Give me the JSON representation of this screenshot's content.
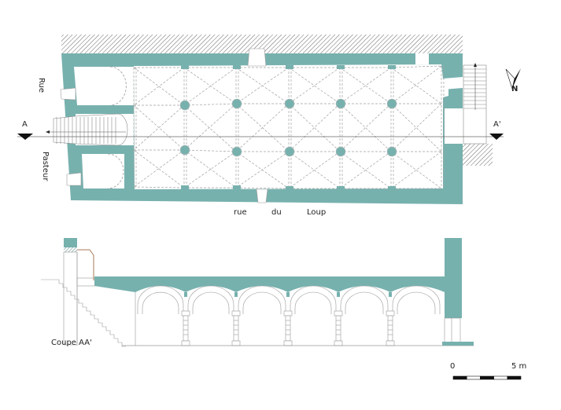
{
  "colors": {
    "wall": "#77b1ae",
    "hatch": "#555555",
    "line": "#9a9a9a",
    "dash": "#9a9a9a",
    "railing": "#a87a5a",
    "text": "#222222"
  },
  "plan": {
    "street_left": [
      "Rue",
      "Pasteur"
    ],
    "street_bottom": [
      "rue",
      "du",
      "Loup"
    ],
    "section_marker_left": "A",
    "section_marker_right": "A'",
    "north_label": "N"
  },
  "section": {
    "title": "Coupe AA'",
    "arch_count": 6
  },
  "scale_bar": {
    "start_label": "0",
    "end_label": "5 m",
    "segments": 5
  }
}
